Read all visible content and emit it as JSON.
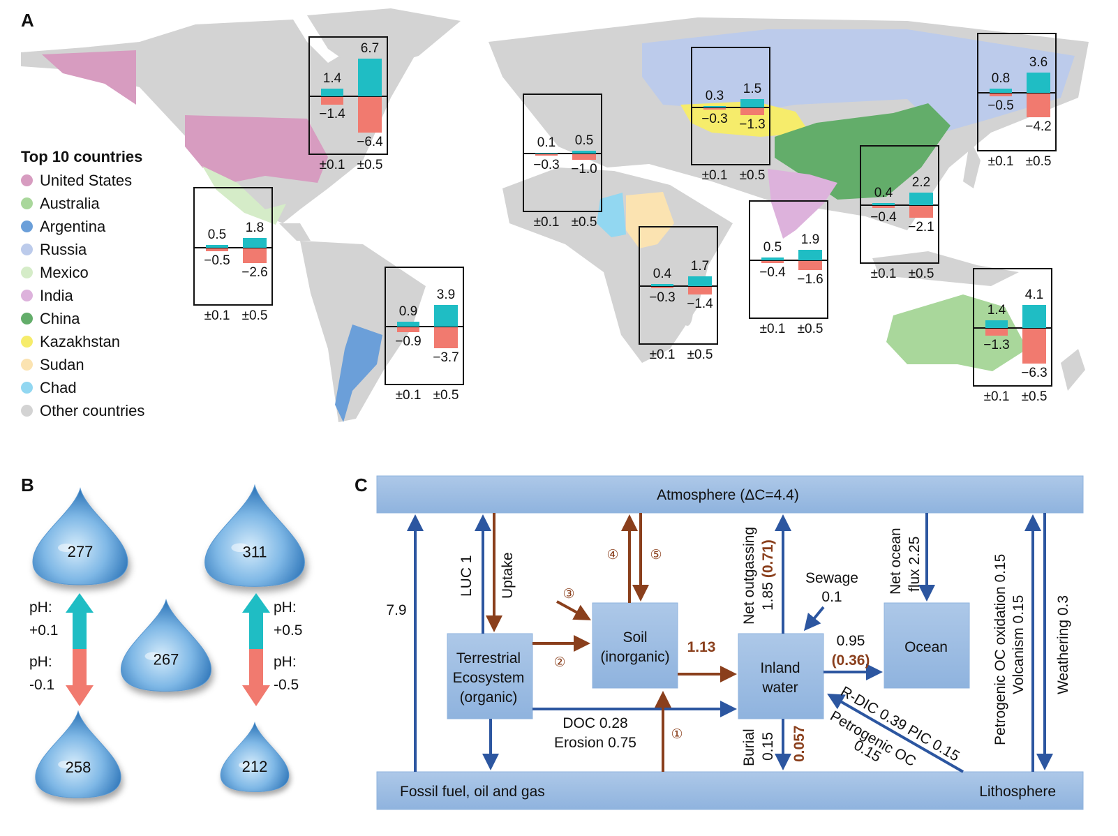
{
  "panel_a": {
    "letter": "A",
    "legend": {
      "title": "Top 10 countries",
      "items": [
        {
          "label": "United States",
          "color": "#d79cc0"
        },
        {
          "label": "Australia",
          "color": "#a9d79b"
        },
        {
          "label": "Argentina",
          "color": "#6b9fd9"
        },
        {
          "label": "Russia",
          "color": "#bccbeb"
        },
        {
          "label": "Mexico",
          "color": "#d5ecc8"
        },
        {
          "label": "India",
          "color": "#ddb2dc"
        },
        {
          "label": "China",
          "color": "#63ad6a"
        },
        {
          "label": "Kazakhstan",
          "color": "#f6ec6b"
        },
        {
          "label": "Sudan",
          "color": "#fbe3b1"
        },
        {
          "label": "Chad",
          "color": "#92d7f1"
        },
        {
          "label": "Other countries",
          "color": "#d3d3d3"
        }
      ]
    },
    "insets": [
      {
        "country": "United States",
        "tick_labels": [
          "±0.1",
          "±0.5"
        ],
        "values": [
          {
            "pos": 1.4,
            "neg": -1.4,
            "pos_label": "1.4",
            "neg_label": "−1.4"
          },
          {
            "pos": 6.7,
            "neg": -6.4,
            "pos_label": "6.7",
            "neg_label": "−6.4"
          }
        ]
      },
      {
        "country": "Mexico",
        "tick_labels": [
          "±0.1",
          "±0.5"
        ],
        "values": [
          {
            "pos": 0.5,
            "neg": -0.5,
            "pos_label": "0.5",
            "neg_label": "−0.5"
          },
          {
            "pos": 1.8,
            "neg": -2.6,
            "pos_label": "1.8",
            "neg_label": "−2.6"
          }
        ]
      },
      {
        "country": "Argentina",
        "tick_labels": [
          "±0.1",
          "±0.5"
        ],
        "values": [
          {
            "pos": 0.9,
            "neg": -0.9,
            "pos_label": "0.9",
            "neg_label": "−0.9"
          },
          {
            "pos": 3.9,
            "neg": -3.7,
            "pos_label": "3.9",
            "neg_label": "−3.7"
          }
        ]
      },
      {
        "country": "Chad",
        "tick_labels": [
          "±0.1",
          "±0.5"
        ],
        "values": [
          {
            "pos": 0.1,
            "neg": -0.3,
            "pos_label": "0.1",
            "neg_label": "−0.3"
          },
          {
            "pos": 0.5,
            "neg": -1.0,
            "pos_label": "0.5",
            "neg_label": "−1.0"
          }
        ]
      },
      {
        "country": "Sudan",
        "tick_labels": [
          "±0.1",
          "±0.5"
        ],
        "values": [
          {
            "pos": 0.4,
            "neg": -0.3,
            "pos_label": "0.4",
            "neg_label": "−0.3"
          },
          {
            "pos": 1.7,
            "neg": -1.4,
            "pos_label": "1.7",
            "neg_label": "−1.4"
          }
        ]
      },
      {
        "country": "Kazakhstan",
        "tick_labels": [
          "±0.1",
          "±0.5"
        ],
        "values": [
          {
            "pos": 0.3,
            "neg": -0.3,
            "pos_label": "0.3",
            "neg_label": "−0.3"
          },
          {
            "pos": 1.5,
            "neg": -1.3,
            "pos_label": "1.5",
            "neg_label": "−1.3"
          }
        ]
      },
      {
        "country": "India",
        "tick_labels": [
          "±0.1",
          "±0.5"
        ],
        "values": [
          {
            "pos": 0.5,
            "neg": -0.4,
            "pos_label": "0.5",
            "neg_label": "−0.4"
          },
          {
            "pos": 1.9,
            "neg": -1.6,
            "pos_label": "1.9",
            "neg_label": "−1.6"
          }
        ]
      },
      {
        "country": "China",
        "tick_labels": [
          "±0.1",
          "±0.5"
        ],
        "values": [
          {
            "pos": 0.4,
            "neg": -0.4,
            "pos_label": "0.4",
            "neg_label": "−0.4"
          },
          {
            "pos": 2.2,
            "neg": -2.1,
            "pos_label": "2.2",
            "neg_label": "−2.1"
          }
        ]
      },
      {
        "country": "Russia",
        "tick_labels": [
          "±0.1",
          "±0.5"
        ],
        "values": [
          {
            "pos": 0.8,
            "neg": -0.5,
            "pos_label": "0.8",
            "neg_label": "−0.5"
          },
          {
            "pos": 3.6,
            "neg": -4.2,
            "pos_label": "3.6",
            "neg_label": "−4.2"
          }
        ]
      },
      {
        "country": "Australia",
        "tick_labels": [
          "±0.1",
          "±0.5"
        ],
        "values": [
          {
            "pos": 1.4,
            "neg": -1.3,
            "pos_label": "1.4",
            "neg_label": "−1.3"
          },
          {
            "pos": 4.1,
            "neg": -6.3,
            "pos_label": "4.1",
            "neg_label": "−6.3"
          }
        ]
      }
    ],
    "colors": {
      "positive": "#1fbdc4",
      "negative": "#f17a6f"
    }
  },
  "panel_b": {
    "letter": "B",
    "drops": {
      "top_left": "277",
      "top_right": "311",
      "center": "267",
      "bottom_left": "258",
      "bottom_right": "212"
    },
    "left": {
      "up_label": "pH:",
      "up_value": "+0.1",
      "down_label": "pH:",
      "down_value": "-0.1"
    },
    "right": {
      "up_label": "pH:",
      "up_value": "+0.5",
      "down_label": "pH:",
      "down_value": "-0.5"
    }
  },
  "panel_c": {
    "letter": "C",
    "atmosphere": "Atmosphere (ΔC=4.4)",
    "fossil": "Fossil fuel, oil and gas",
    "lithosphere": "Lithosphere",
    "terrestrial": [
      "Terrestrial",
      "Ecosystem",
      "(organic)"
    ],
    "soil": [
      "Soil",
      "(inorganic)"
    ],
    "inland": [
      "Inland",
      "water"
    ],
    "ocean": "Ocean",
    "flux_79": "7.9",
    "luc": "LUC 1",
    "uptake": "Uptake",
    "c1": "①",
    "c2": "②",
    "c3": "③",
    "c4": "④",
    "c5": "⑤",
    "soil_to_inland": "1.13",
    "doc": "DOC 0.28",
    "erosion": "Erosion 0.75",
    "net_outgassing": "Net outgassing",
    "outgassing_value": "1.85",
    "outgassing_inorganic": "(0.71)",
    "sewage": "Sewage",
    "sewage_value": "0.1",
    "to_ocean": "0.95",
    "to_ocean_inorganic": "(0.36)",
    "net_ocean": "Net ocean",
    "net_ocean_value": "flux 2.25",
    "burial": "Burial",
    "burial_value": "0.15",
    "burial_inorganic": "0.057",
    "rdic": "R-DIC 0.39  PIC 0.15",
    "petro_oc": "Petrogenic OC",
    "petro_oc_value": "0.15",
    "petro_oxidation": "Petrogenic OC oxidation 0.15",
    "volcanism": "Volcanism 0.15",
    "weathering": "Weathering 0.3"
  }
}
